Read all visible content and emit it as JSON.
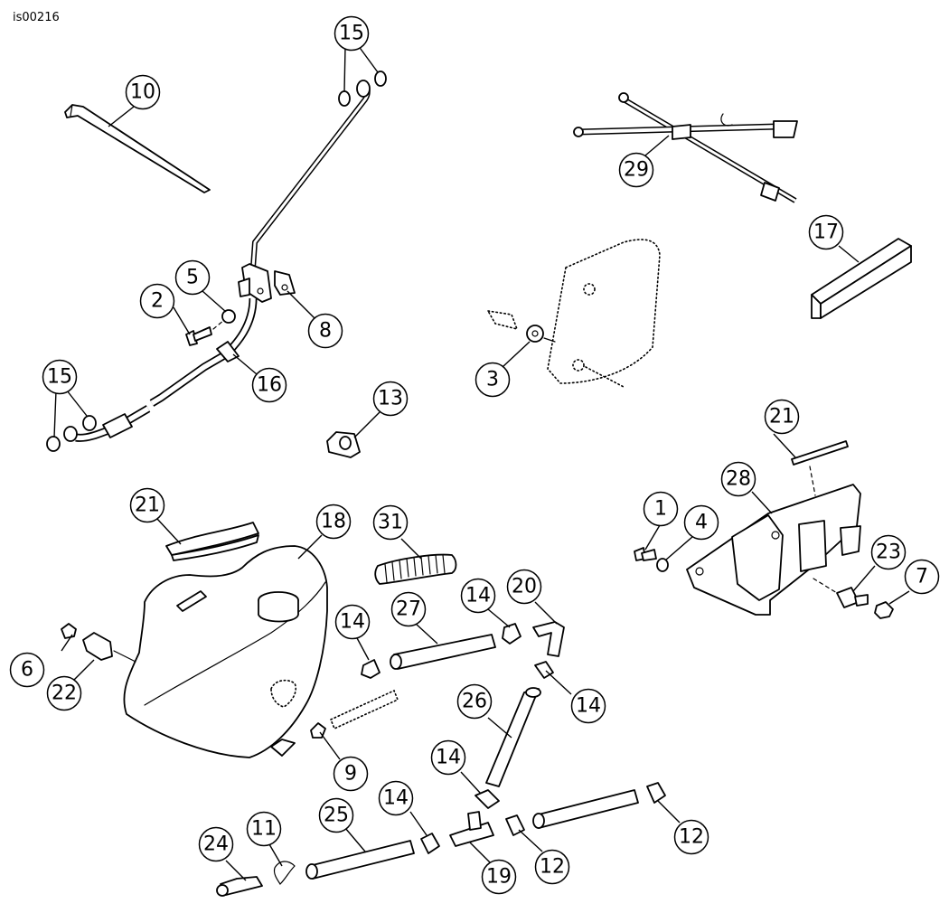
{
  "figure_id": "is00216",
  "callout_labels": [
    "15",
    "10",
    "29",
    "17",
    "5",
    "2",
    "8",
    "16",
    "15",
    "3",
    "13",
    "21",
    "28",
    "1",
    "4",
    "23",
    "7",
    "21",
    "18",
    "31",
    "14",
    "27",
    "14",
    "20",
    "6",
    "22",
    "14",
    "26",
    "9",
    "14",
    "14",
    "25",
    "11",
    "24",
    "19",
    "12",
    "12"
  ]
}
